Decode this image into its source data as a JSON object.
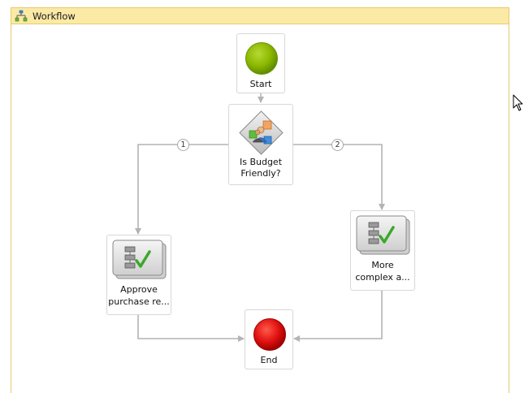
{
  "panel": {
    "title": "Workflow",
    "icon": "workflow-icon"
  },
  "nodes": {
    "start": {
      "label": "Start",
      "icon": "start-circle-icon",
      "color": "#8cb800"
    },
    "decision": {
      "label_line1": "Is Budget",
      "label_line2": "Friendly?",
      "icon": "decision-diamond-icon"
    },
    "approve": {
      "label_line1": "Approve",
      "label_line2": "purchase re...",
      "icon": "task-checklist-icon"
    },
    "complex": {
      "label_line1": "More",
      "label_line2": "complex a...",
      "icon": "task-checklist-icon"
    },
    "end": {
      "label": "End",
      "icon": "end-circle-icon",
      "color": "#e01010"
    }
  },
  "cases": {
    "case1": "1",
    "case2": "2"
  },
  "colors": {
    "header_bg": "#fbe9a6",
    "header_border": "#e8c96a",
    "connector": "#b4b4b4"
  }
}
